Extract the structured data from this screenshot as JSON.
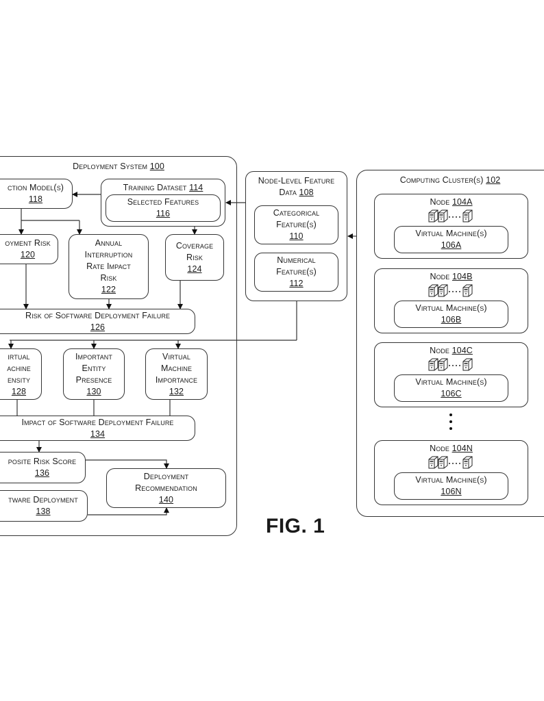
{
  "figure_label": "FIG. 1",
  "deployment_system": {
    "title": "Deployment System",
    "ref": "100",
    "prediction_models": {
      "label": "Prediction Model(s)",
      "visible_label": "ction Model(s)",
      "ref": "118"
    },
    "training_dataset": {
      "label": "Training Dataset",
      "ref": "114"
    },
    "selected_features": {
      "label": "Selected Features",
      "ref": "116"
    },
    "deployment_risk": {
      "label": "oyment Risk",
      "ref": "120"
    },
    "annual_interruption": {
      "label_lines": [
        "Annual",
        "Interruption",
        "Rate Impact",
        "Risk"
      ],
      "ref": "122"
    },
    "coverage_risk": {
      "label_lines": [
        "Coverage",
        "Risk"
      ],
      "ref": "124"
    },
    "risk_of_failure": {
      "label": "Risk of Software Deployment Failure",
      "ref": "126"
    },
    "vm_density": {
      "label_lines": [
        "irtual",
        "achine",
        "ensity"
      ],
      "ref": "128"
    },
    "important_entity": {
      "label_lines": [
        "Important",
        "Entity",
        "Presence"
      ],
      "ref": "130"
    },
    "vm_importance": {
      "label_lines": [
        "Virtual",
        "Machine",
        "Importance"
      ],
      "ref": "132"
    },
    "impact_of_failure": {
      "label": "Impact of Software Deployment Failure",
      "ref": "134"
    },
    "composite_risk": {
      "label": "posite Risk Score",
      "ref": "136"
    },
    "software_deployment": {
      "label": "tware Deployment",
      "ref": "138"
    },
    "deployment_recommendation": {
      "label_lines": [
        "Deployment",
        "Recommendation"
      ],
      "ref": "140"
    }
  },
  "node_level_feature_data": {
    "title_lines": [
      "Node-Level Feature",
      "Data"
    ],
    "ref": "108",
    "categorical": {
      "label_lines": [
        "Categorical",
        "Feature(s)"
      ],
      "ref": "110"
    },
    "numerical": {
      "label_lines": [
        "Numerical",
        "Feature(s)"
      ],
      "ref": "112"
    }
  },
  "computing_cluster": {
    "title": "Computing Cluster(s)",
    "ref": "102",
    "nodes": [
      {
        "label": "Node",
        "ref": "104A",
        "vm_label": "Virtual Machine(s)",
        "vm_ref": "106A",
        "icon": "server-icon"
      },
      {
        "label": "Node",
        "ref": "104B",
        "vm_label": "Virtual Machine(s)",
        "vm_ref": "106B",
        "icon": "server-icon"
      },
      {
        "label": "Node",
        "ref": "104C",
        "vm_label": "Virtual Machine(s)",
        "vm_ref": "106C",
        "icon": "server-icon"
      },
      {
        "label": "Node",
        "ref": "104N",
        "vm_label": "Virtual Machine(s)",
        "vm_ref": "106N",
        "icon": "server-icon"
      }
    ],
    "ellipsis_icon": "vertical-ellipsis-icon"
  }
}
